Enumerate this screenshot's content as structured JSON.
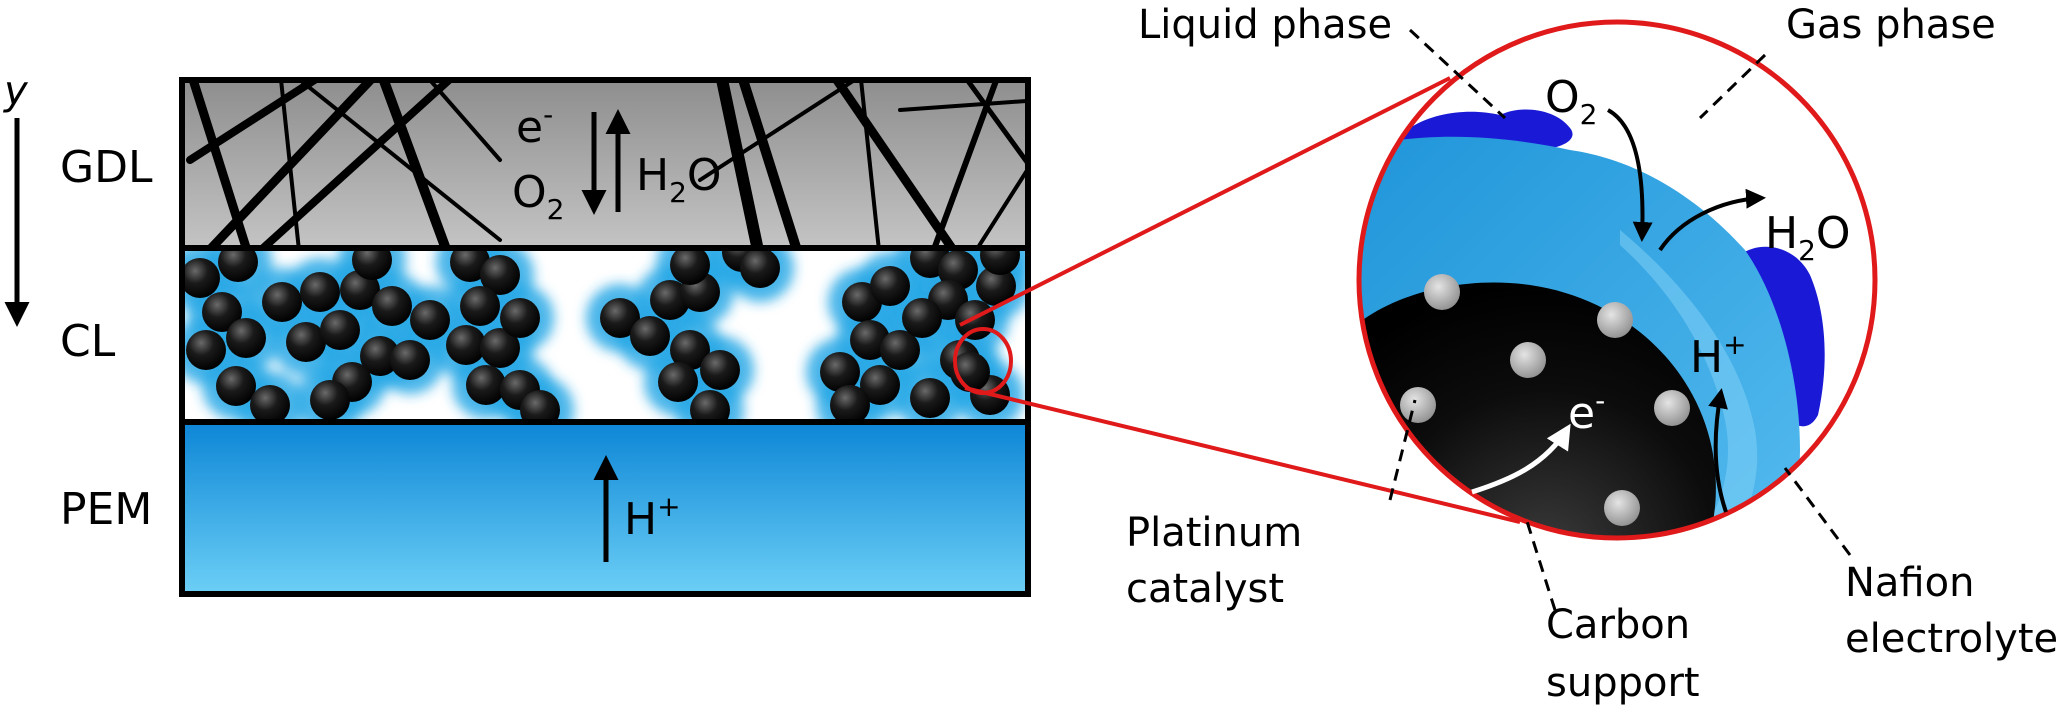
{
  "axis": {
    "label": "y"
  },
  "layers": {
    "gdl": "GDL",
    "cl": "CL",
    "pem": "PEM"
  },
  "gdl_species": {
    "electron": "e",
    "electron_sup": "-",
    "oxygen": "O",
    "oxygen_sub": "2",
    "water_h": "H",
    "water_sub": "2",
    "water_o": "O"
  },
  "pem_species": {
    "proton": "H",
    "proton_sup": "+"
  },
  "zoom_labels": {
    "liquid_phase": "Liquid phase",
    "gas_phase": "Gas phase",
    "oxygen": "O",
    "oxygen_sub": "2",
    "water_h": "H",
    "water_sub": "2",
    "water_o": "O",
    "proton": "H",
    "proton_sup": "+",
    "electron": "e",
    "electron_sup": "-",
    "platinum_line1": "Platinum",
    "platinum_line2": "catalyst",
    "carbon_line1": "Carbon",
    "carbon_line2": "support",
    "nafion_line1": "Nafion",
    "nafion_line2": "electrolyte"
  },
  "colors": {
    "gdl_fill": "#a6a6a6",
    "nafion": "#29a9e6",
    "nafion_light": "#7fd0f5",
    "liquid": "#1a1ad6",
    "magnifier": "#e01a1a",
    "carbon": "#111111",
    "platinum": "#b8b8b8"
  }
}
